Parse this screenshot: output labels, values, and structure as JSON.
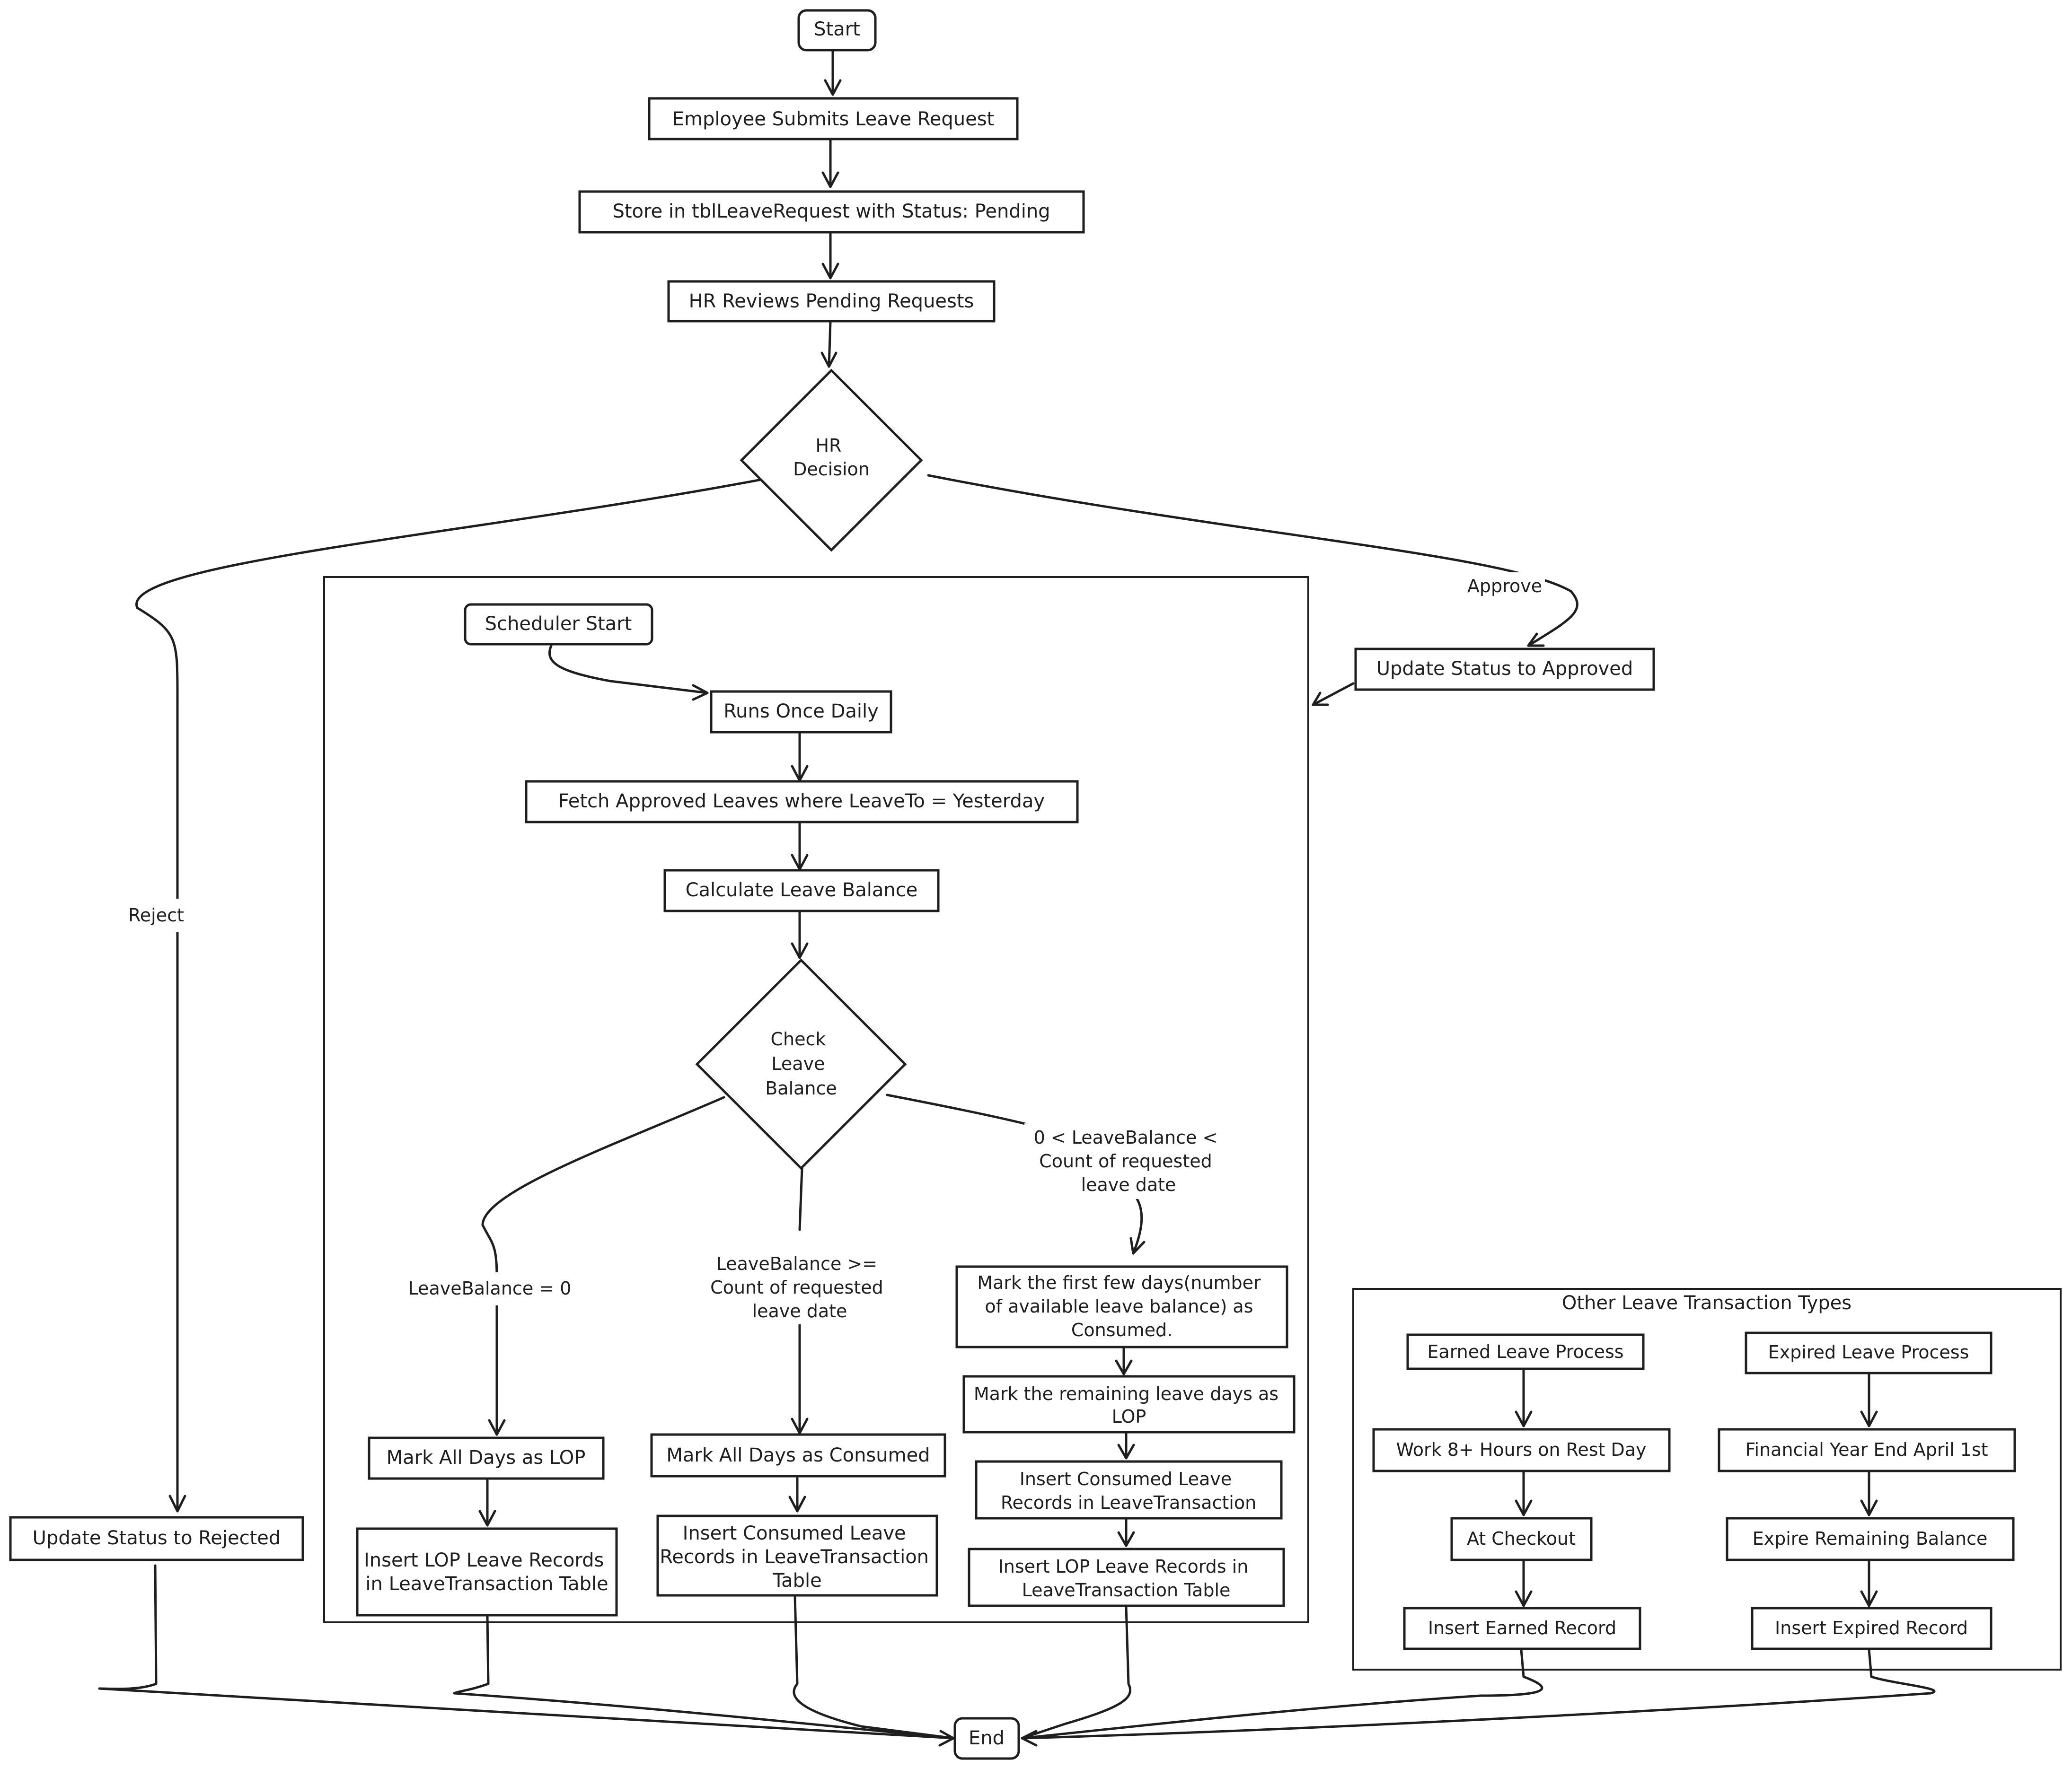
{
  "nodes": {
    "start": "Start",
    "submit": "Employee Submits Leave Request",
    "store": "Store in tblLeaveRequest with Status: Pending",
    "hr_review": "HR Reviews Pending Requests",
    "hr_decision": [
      "HR",
      "Decision"
    ],
    "approved": "Update Status to Approved",
    "rejected": "Update Status to Rejected",
    "sched_start": "Scheduler Start",
    "runs_daily": "Runs Once Daily",
    "fetch": "Fetch Approved Leaves where LeaveTo = Yesterday",
    "calc": "Calculate Leave Balance",
    "check_balance": [
      "Check",
      "Leave",
      "Balance"
    ],
    "mark_lop": "Mark All Days as LOP",
    "insert_lop": [
      "Insert LOP Leave Records",
      "in LeaveTransaction Table"
    ],
    "mark_consumed": "Mark All Days as Consumed",
    "insert_consumed": [
      "Insert Consumed Leave",
      "Records in LeaveTransaction",
      "Table"
    ],
    "mark_first": [
      "Mark the first few days(number",
      "of available leave balance) as",
      "Consumed."
    ],
    "mark_remaining": [
      "Mark the remaining leave days as",
      "LOP"
    ],
    "insert_consumed2": [
      "Insert Consumed Leave",
      "Records in LeaveTransaction"
    ],
    "insert_lop2": [
      "Insert LOP Leave Records in",
      "LeaveTransaction Table"
    ],
    "earned": "Earned Leave Process",
    "work8": "Work 8+ Hours on Rest Day",
    "checkout": "At Checkout",
    "insert_earned": "Insert Earned Record",
    "expired": "Expired Leave Process",
    "fy_end": "Financial Year End April 1st",
    "expire_rem": "Expire Remaining Balance",
    "insert_expired": "Insert Expired Record",
    "end": "End"
  },
  "groups": {
    "other_types": "Other Leave Transaction Types"
  },
  "edge_labels": {
    "reject": "Reject",
    "approve": "Approve",
    "zero": "LeaveBalance = 0",
    "ge": [
      "LeaveBalance >=",
      "Count of requested",
      "leave date"
    ],
    "partial": [
      "0 < LeaveBalance <",
      "Count of requested",
      "leave date"
    ]
  }
}
